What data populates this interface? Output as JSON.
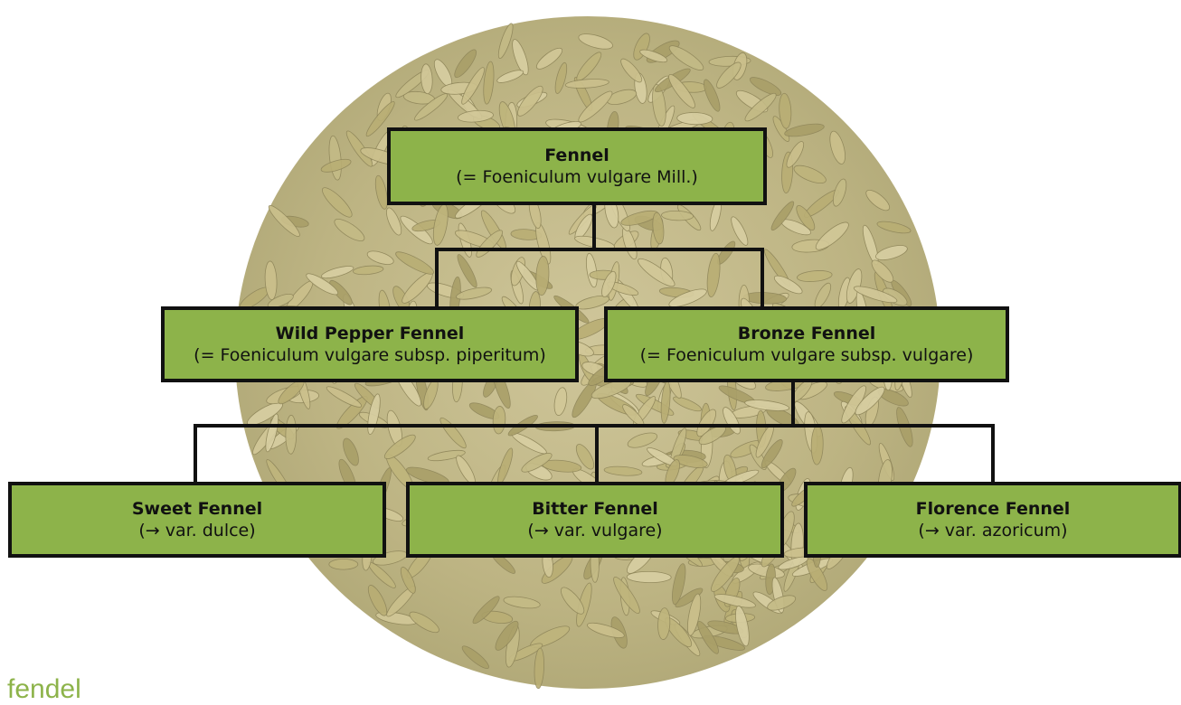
{
  "colors": {
    "box_fill": "#8db34a",
    "box_border": "#111111",
    "connector": "#111111",
    "footer_text": "#8db34a",
    "seed_base": "#c9bf8f"
  },
  "image": {
    "subject": "fennel-seeds-pile"
  },
  "tree": {
    "root": {
      "name": "Fennel",
      "sci": "(= Foeniculum vulgare Mill.)"
    },
    "level2": [
      {
        "name": "Wild Pepper Fennel",
        "sci": "(= Foeniculum vulgare subsp. piperitum)"
      },
      {
        "name": "Bronze Fennel",
        "sci": "(= Foeniculum vulgare subsp. vulgare)"
      }
    ],
    "level3": [
      {
        "name": "Sweet Fennel",
        "sci": "(→ var. dulce)"
      },
      {
        "name": "Bitter Fennel",
        "sci": "(→ var. vulgare)"
      },
      {
        "name": "Florence Fennel",
        "sci": "(→ var. azoricum)"
      }
    ]
  },
  "footer": {
    "text": "fendel                  "
  }
}
